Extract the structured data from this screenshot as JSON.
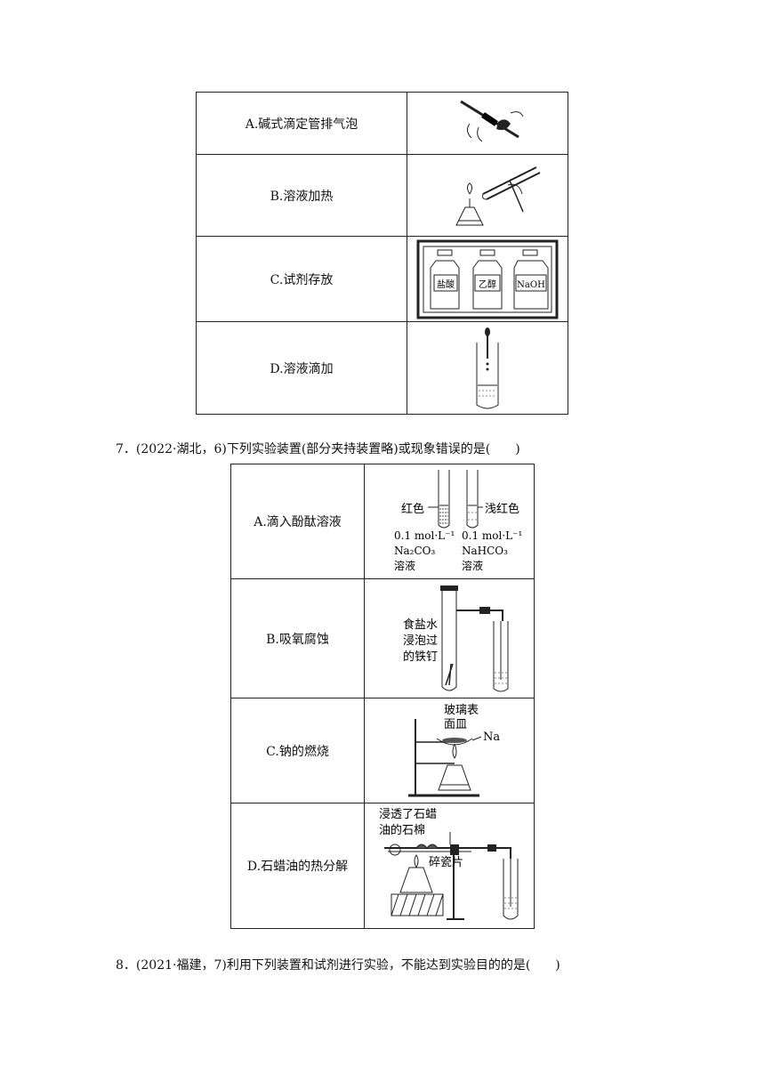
{
  "table1": {
    "rows": [
      {
        "label": "A.碱式滴定管排气泡"
      },
      {
        "label": "B.溶液加热"
      },
      {
        "label": "C.试剂存放",
        "bottles": [
          "盐酸",
          "乙醇",
          "NaOH"
        ]
      },
      {
        "label": "D.溶液滴加"
      }
    ]
  },
  "q7": {
    "number": "7．",
    "text": "(2022·湖北，6)下列实验装置(部分夹持装置略)或现象错误的是(",
    "close": ")"
  },
  "table2": {
    "rows": [
      {
        "label": "A.滴入酚酞溶液",
        "fig": {
          "left_color": "红色",
          "right_color": "浅红色",
          "left_conc": "0.1 mol·L⁻¹",
          "right_conc": "0.1 mol·L⁻¹",
          "left_salt": "Na₂CO₃",
          "right_salt": "NaHCO₃",
          "left_sol": "溶液",
          "right_sol": "溶液"
        }
      },
      {
        "label": "B.吸氧腐蚀",
        "fig": {
          "line1": "食盐水",
          "line2": "浸泡过",
          "line3": "的铁钉"
        }
      },
      {
        "label": "C.钠的燃烧",
        "fig": {
          "dish1": "玻璃表",
          "dish2": "面皿",
          "na": "Na"
        }
      },
      {
        "label": "D.石蜡油的热分解",
        "fig": {
          "cotton1": "浸透了石蜡",
          "cotton2": "油的石棉",
          "shard": "碎瓷片"
        }
      }
    ]
  },
  "q8": {
    "number": "8．",
    "text": "(2021·福建，7)利用下列装置和试剂进行实验，不能达到实验目的的是(",
    "close": ")"
  }
}
